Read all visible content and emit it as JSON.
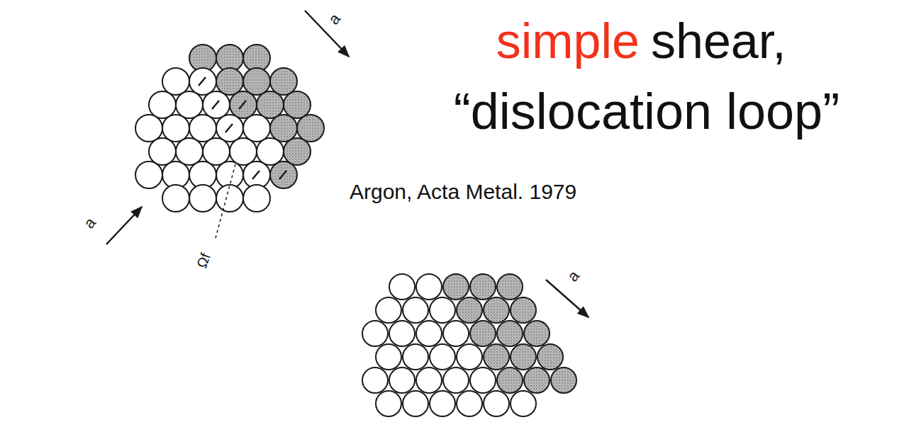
{
  "diagram": {
    "labels": [
      "a",
      "simple",
      "shear,",
      "“dislocation loop”",
      "Argon, Acta Metal. 1979",
      "a",
      "Ωf",
      "a"
    ]
  }
}
